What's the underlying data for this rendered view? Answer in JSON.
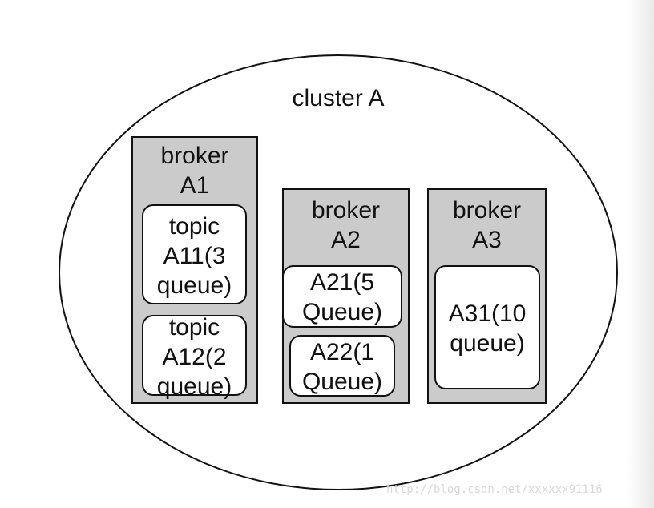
{
  "cluster": {
    "title": "cluster A"
  },
  "brokers": [
    {
      "title": "broker\nA1",
      "topics": [
        {
          "label": "topic\nA11(3\nqueue)"
        },
        {
          "label": "topic\nA12(2\nqueue)"
        }
      ]
    },
    {
      "title": "broker\nA2",
      "topics": [
        {
          "label": "A21(5\nQueue)"
        },
        {
          "label": "A22(1\nQueue)"
        }
      ]
    },
    {
      "title": "broker\nA3",
      "topics": [
        {
          "label": "A31(10\nqueue)"
        }
      ]
    }
  ],
  "watermark": "http://blog.csdn.net/xxxxxx91116",
  "colors": {
    "broker_fill": "#cbcbcb",
    "topic_fill": "#ffffff",
    "stroke": "#111111"
  }
}
